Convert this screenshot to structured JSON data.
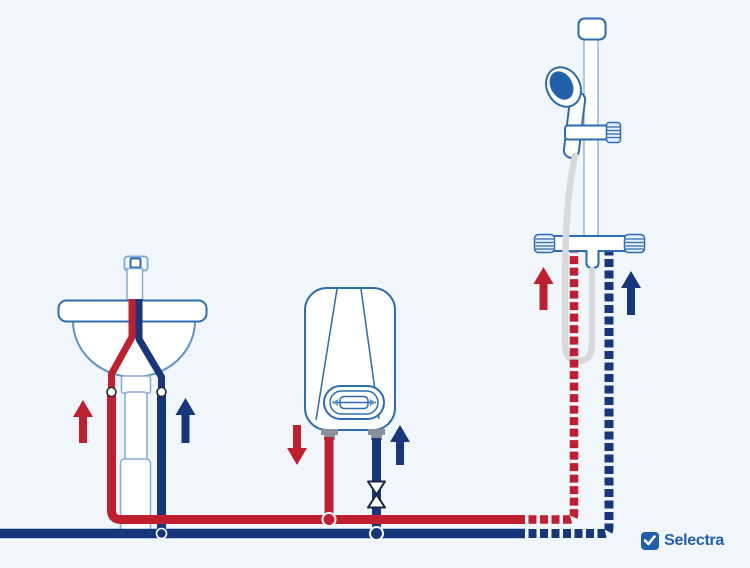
{
  "logo": {
    "text": "Selectra"
  },
  "colors": {
    "bg": "#f1f6fc",
    "red": "#c01f2f",
    "navy": "#17377c",
    "blue-med": "#2e6cb0",
    "blue-mid": "#5b93cc",
    "blue-light": "#84abd8",
    "gray-fitting": "#8a919b",
    "hose-gray": "#d7d9db",
    "valve-outline": "#1a2440",
    "logo-blue": "#2160a8",
    "circle-outline": "#2b2b2b"
  },
  "diagram": {
    "type": "plumbing-flow-schematic",
    "fixtures": [
      {
        "name": "washbasin-with-pedestal",
        "position": "left"
      },
      {
        "name": "instantaneous-water-heater",
        "position": "center"
      },
      {
        "name": "shower-rail-with-hand-shower",
        "position": "right"
      }
    ],
    "pipes": {
      "hot_water": {
        "color_key": "red",
        "style": "solid near heater/basin, dashed toward shower"
      },
      "cold_water": {
        "color_key": "navy",
        "style": "solid main from left edge, dashed toward shower"
      },
      "cold_main_enters": "left edge of image",
      "shutoff_valve": "on cold inlet below heater",
      "junctions": [
        "basin cold tee",
        "heater hot outlet tee",
        "heater cold inlet tee",
        "two basin supply unions"
      ]
    },
    "flow_arrows": [
      {
        "at": "washbasin-left",
        "direction": "up",
        "line": "hot"
      },
      {
        "at": "washbasin-right",
        "direction": "up",
        "line": "cold"
      },
      {
        "at": "heater-left",
        "direction": "down",
        "line": "hot"
      },
      {
        "at": "heater-right",
        "direction": "up",
        "line": "cold"
      },
      {
        "at": "shower-left",
        "direction": "up",
        "line": "hot"
      },
      {
        "at": "shower-right",
        "direction": "up",
        "line": "cold"
      }
    ]
  }
}
